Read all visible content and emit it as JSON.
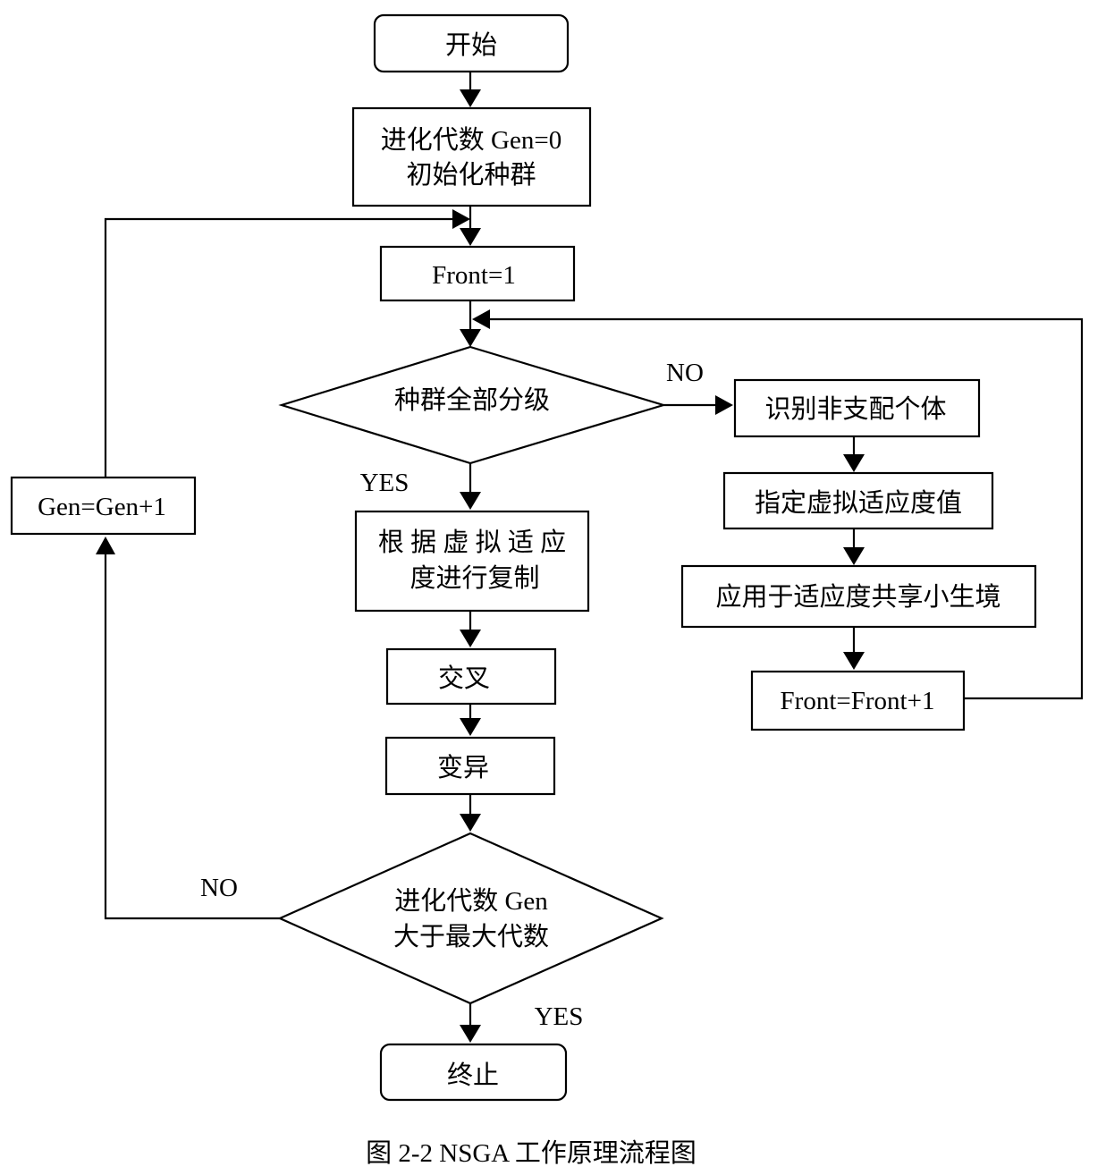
{
  "diagram": {
    "nodes": {
      "start": {
        "label": "开始"
      },
      "init": {
        "line1": "进化代数 Gen=0",
        "line2": "初始化种群"
      },
      "front_init": {
        "label": "Front=1"
      },
      "classified": {
        "label": "种群全部分级"
      },
      "replicate": {
        "line1": "根 据 虚 拟 适 应",
        "line2": "度进行复制"
      },
      "crossover": {
        "label": "交叉"
      },
      "mutation": {
        "label": "变异"
      },
      "max_gen": {
        "line1": "进化代数  Gen",
        "line2": "大于最大代数"
      },
      "end": {
        "label": "终止"
      },
      "gen_inc": {
        "label": "Gen=Gen+1"
      },
      "identify": {
        "label": "识别非支配个体"
      },
      "assign": {
        "label": "指定虚拟适应度值"
      },
      "sharing": {
        "label": "应用于适应度共享小生境"
      },
      "front_inc": {
        "label": "Front=Front+1"
      }
    },
    "edge_labels": {
      "classified_no": "NO",
      "classified_yes": "YES",
      "max_gen_no": "NO",
      "max_gen_yes": "YES"
    },
    "caption": "图 2-2 NSGA 工作原理流程图"
  }
}
